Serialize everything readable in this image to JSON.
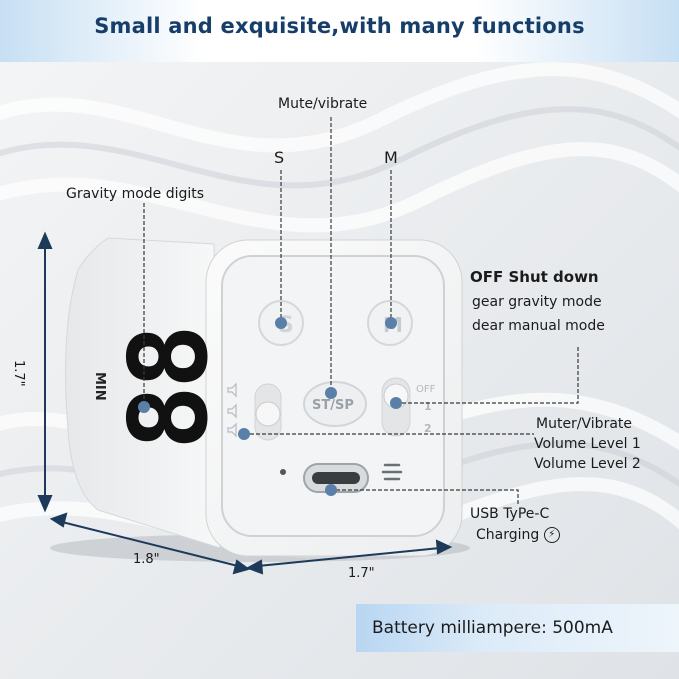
{
  "banner": {
    "title": "Small and exquisite,with many functions"
  },
  "labels": {
    "mute_vibrate": "Mute/vibrate",
    "s": "S",
    "m": "M",
    "gravity_digits": "Gravity mode digits",
    "off": "OFF Shut down",
    "gear_gravity": "gear gravity mode",
    "dear_manual": "dear manual mode",
    "muter_vibrate": "Muter/Vibrate",
    "volume1": "Volume Level 1",
    "volume2": "Volume Level 2",
    "usb_line1": "USB TyPe-C",
    "usb_line2": "Charging",
    "dim_height": "1.7\"",
    "dim_depth": "1.8\"",
    "dim_width": "1.7\""
  },
  "device": {
    "display_digits": "88",
    "unit": "MIN",
    "button_s": "S",
    "button_m": "M",
    "button_stsp": "ST/SP",
    "switch_right_top": "OFF",
    "switch_right_mid": "1",
    "switch_right_bottom": "2"
  },
  "footer": {
    "text": "Battery milliampere: 500mA"
  },
  "colors": {
    "banner_text": "#163e68",
    "marker": "#5a7fa8",
    "leader": "#3a3a3a",
    "digits": "#111111"
  },
  "icons": [
    "charging-bolt-icon",
    "speaker-icon"
  ]
}
